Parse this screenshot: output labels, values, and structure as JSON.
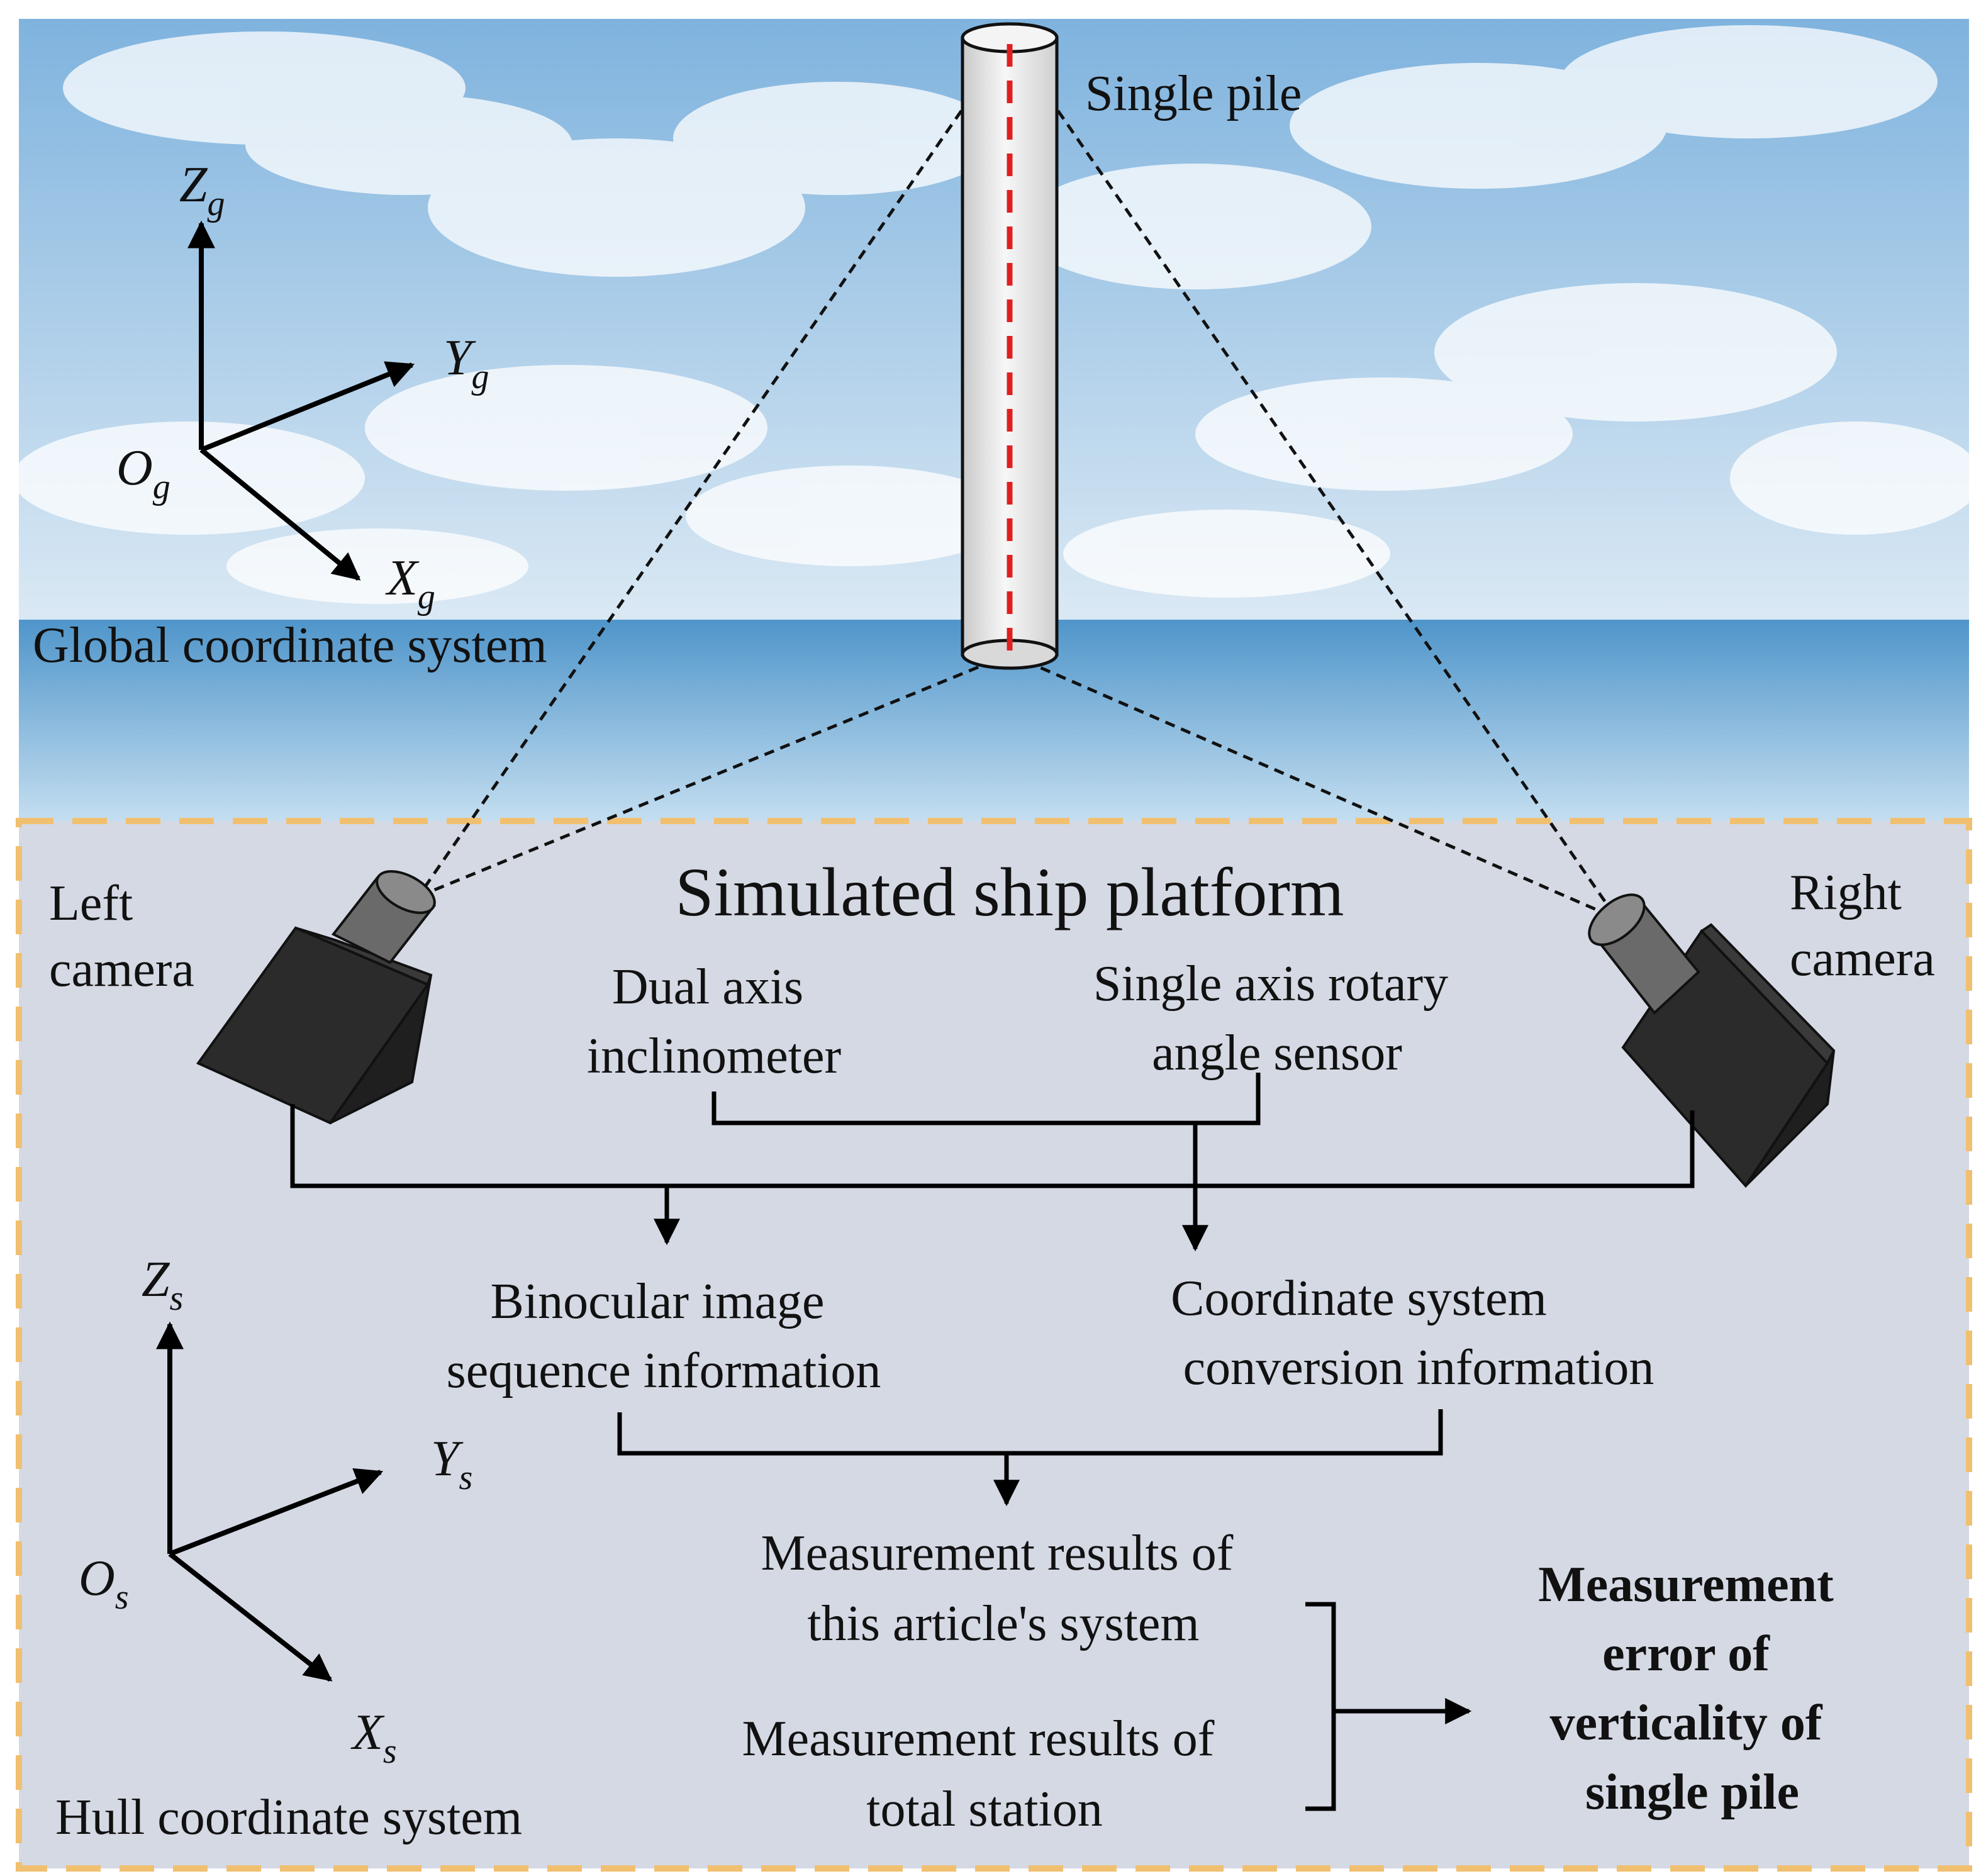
{
  "pile_label": "Single pile",
  "global_cs": {
    "title": "Global coordinate system",
    "z": "Z",
    "z_sub": "g",
    "y": "Y",
    "y_sub": "g",
    "x": "X",
    "x_sub": "g",
    "o": "O",
    "o_sub": "g"
  },
  "platform": {
    "title": "Simulated ship platform",
    "left_camera": [
      "Left",
      "camera"
    ],
    "right_camera": [
      "Right",
      "camera"
    ],
    "inclinometer": [
      "Dual axis",
      "inclinometer"
    ],
    "rotary_sensor": [
      "Single axis rotary",
      "angle sensor"
    ],
    "binocular": [
      "Binocular image",
      "sequence information"
    ],
    "conversion": [
      "Coordinate system",
      "conversion information"
    ],
    "results_system": [
      "Measurement results of",
      "this article's system"
    ],
    "results_station": [
      "Measurement results of",
      "total station"
    ],
    "error": [
      "Measurement",
      "error of",
      "verticality of",
      "single pile"
    ]
  },
  "hull_cs": {
    "title": "Hull coordinate system",
    "z": "Z",
    "z_sub": "s",
    "y": "Y",
    "y_sub": "s",
    "x": "X",
    "x_sub": "s",
    "o": "O",
    "o_sub": "s"
  },
  "colors": {
    "sky_top": "#7fb3de",
    "sky_bottom": "#dbe9f4",
    "sea_top": "#5b9ecf",
    "sea_bottom": "#b9d8ee",
    "platform_fill": "#d4d9e4",
    "platform_border": "#f0c070",
    "pile_axis": "#e02020",
    "camera_body": "#2b2b2b"
  }
}
